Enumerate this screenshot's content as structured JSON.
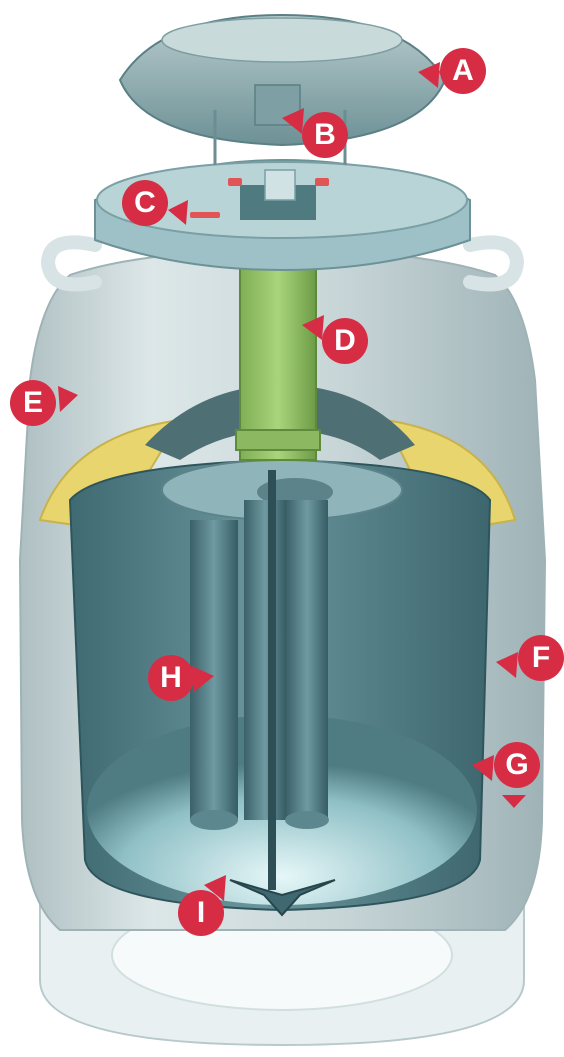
{
  "callouts": {
    "a": "A",
    "b": "B",
    "c": "C",
    "d": "D",
    "e": "E",
    "f": "F",
    "g": "G",
    "h": "H",
    "i": "I"
  },
  "colors": {
    "callout_fill": "#d62d45",
    "callout_text": "#ffffff",
    "shell": "#c5d4d6",
    "inner_vessel": "#4f7b83",
    "neck_tube": "#9bc86e",
    "insulation": "#e9d56e"
  }
}
